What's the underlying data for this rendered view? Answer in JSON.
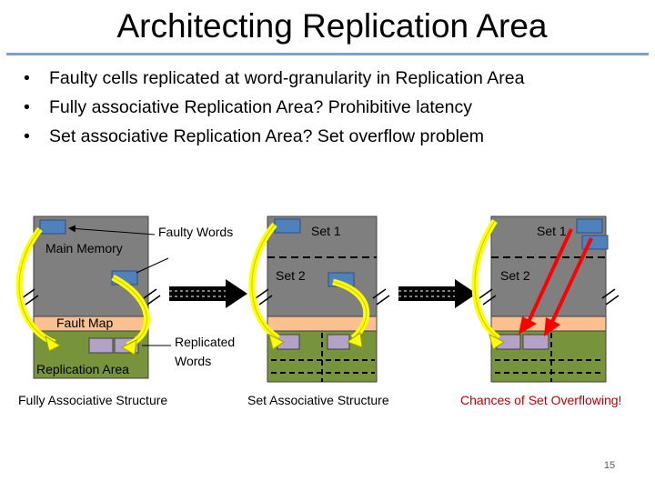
{
  "title": "Architecting Replication Area",
  "bullets": [
    "Faulty cells replicated at word-granularity in Replication Area",
    "Fully associative Replication Area? Prohibitive latency",
    "Set associative Replication Area? Set overflow problem"
  ],
  "labels": {
    "main_memory": "Main Memory",
    "faulty_words": "Faulty Words",
    "fault_map": "Fault Map",
    "replication_area": "Replication Area",
    "replicated_words": "Replicated Words",
    "set1": "Set 1",
    "set2": "Set 2",
    "fully_assoc": "Fully Associative Structure",
    "set_assoc": "Set Associative Structure",
    "overflow": "Chances of Set Overflowing!"
  },
  "page_number": "15",
  "colors": {
    "memory": "#7f7f7f",
    "word": "#4f81bd",
    "fault_map": "#fac090",
    "replication": "#77933c",
    "replicated_word": "#b3a2c7",
    "arrow_yellow": "#ffff00",
    "arrow_red": "#ff0000",
    "overflow_text": "#c00000"
  }
}
